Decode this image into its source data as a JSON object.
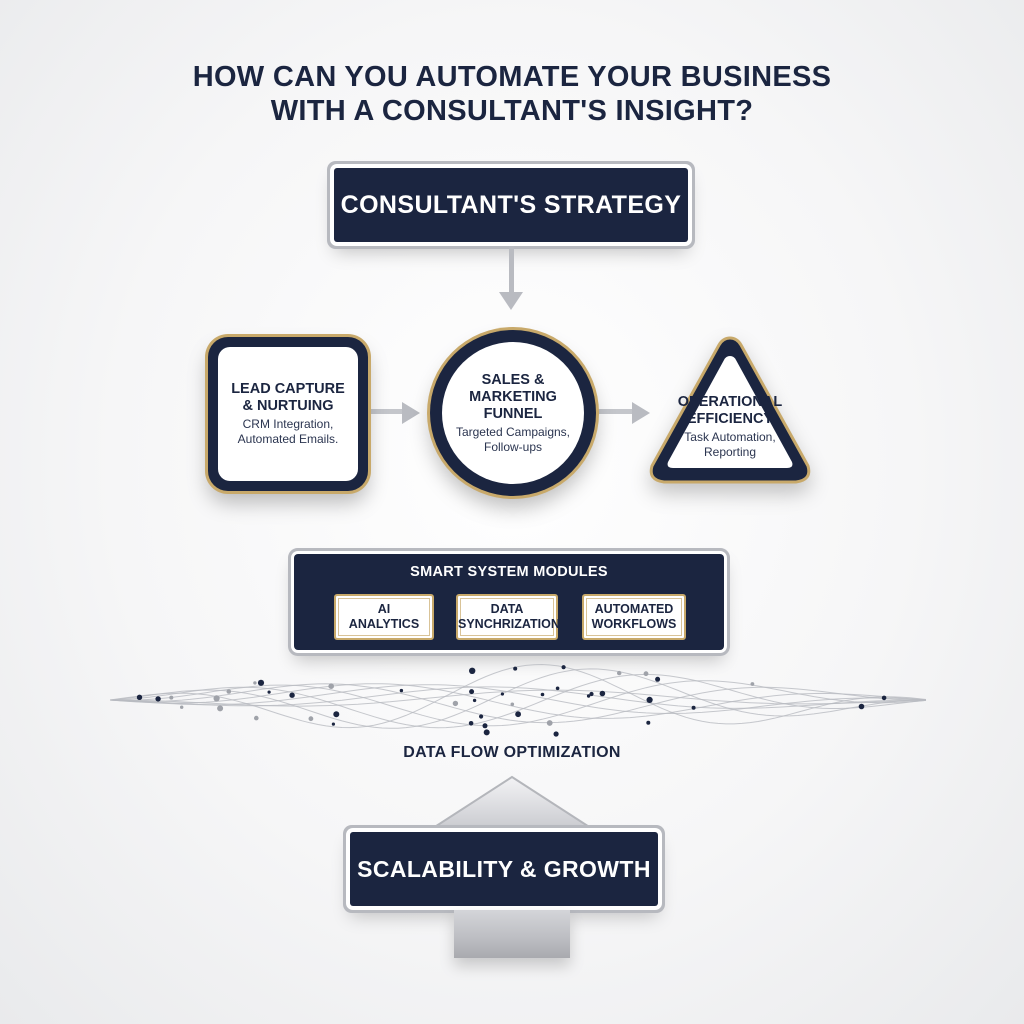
{
  "title": {
    "line1": "HOW CAN YOU AUTOMATE YOUR BUSINESS",
    "line2": "WITH A CONSULTANT'S INSIGHT?"
  },
  "strategy": {
    "label": "CONSULTANT'S STRATEGY"
  },
  "stages": [
    {
      "title_lines": [
        "LEAD CAPTURE",
        "& NURTUING"
      ],
      "sub_lines": [
        "CRM Integration,",
        "Automated Emails."
      ]
    },
    {
      "title_lines": [
        "SALES &",
        "MARKETING",
        "FUNNEL"
      ],
      "sub_lines": [
        "Targeted Campaigns,",
        "Follow-ups"
      ]
    },
    {
      "title_lines": [
        "OPERATIONAL",
        "EFFICIENCY"
      ],
      "sub_lines": [
        "Task Automation,",
        "Reporting"
      ]
    }
  ],
  "modules": {
    "title": "SMART SYSTEM MODULES",
    "items": [
      {
        "lines": [
          "AI",
          "ANALYTICS"
        ]
      },
      {
        "lines": [
          "DATA",
          "SYNCHRIZATION"
        ]
      },
      {
        "lines": [
          "AUTOMATED",
          "WORKFLOWS"
        ]
      }
    ]
  },
  "data_flow": {
    "label": "DATA FLOW OPTIMIZATION"
  },
  "growth": {
    "label": "SCALABILITY & GROWTH"
  },
  "colors": {
    "navy": "#1b2540",
    "gold": "#c8a96a",
    "silver": "#b9bbc1"
  }
}
